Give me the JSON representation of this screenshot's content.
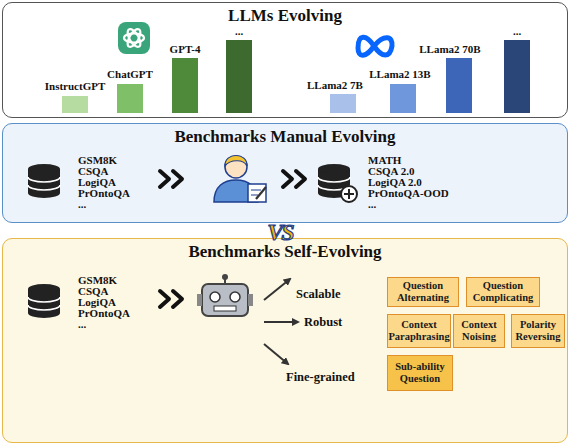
{
  "diagram": {
    "nodes": [
      {
        "text": [
          "LLMs Evolving"
        ]
      },
      {
        "text": [
          "Benchmarks Manual Evolving"
        ]
      },
      {
        "text": [
          "Benchmarks Self-Evolving"
        ]
      },
      {
        "text": [
          "Question Alternating"
        ],
        "in": 2
      },
      {
        "text": [
          "Question Complicating"
        ],
        "in": 2
      },
      {
        "text": [
          "Context Paraphrasing"
        ],
        "in": 2
      },
      {
        "text": [
          "Context Noising"
        ],
        "in": 2
      },
      {
        "text": [
          "Polarity Reversing"
        ],
        "in": 2
      },
      {
        "text": [
          "Sub-ability Question"
        ],
        "in": 2
      }
    ],
    "labels": [
      "InstructGPT",
      "ChatGPT",
      "GPT-4",
      "...",
      "LLama2 7B",
      "LLama2 13B",
      "LLama2 70B",
      "...",
      "GSM8K",
      "CSQA",
      "LogiQA",
      "PrOntoQA",
      "...",
      "MATH",
      "CSQA 2.0",
      "LogiQA 2.0",
      "PrOntoQA-OOD",
      "...",
      "VS",
      "GSM8K",
      "CSQA",
      "LogiQA",
      "PrOntoQA",
      "...",
      "Scalable",
      "Robust",
      "Fine-grained"
    ]
  }
}
